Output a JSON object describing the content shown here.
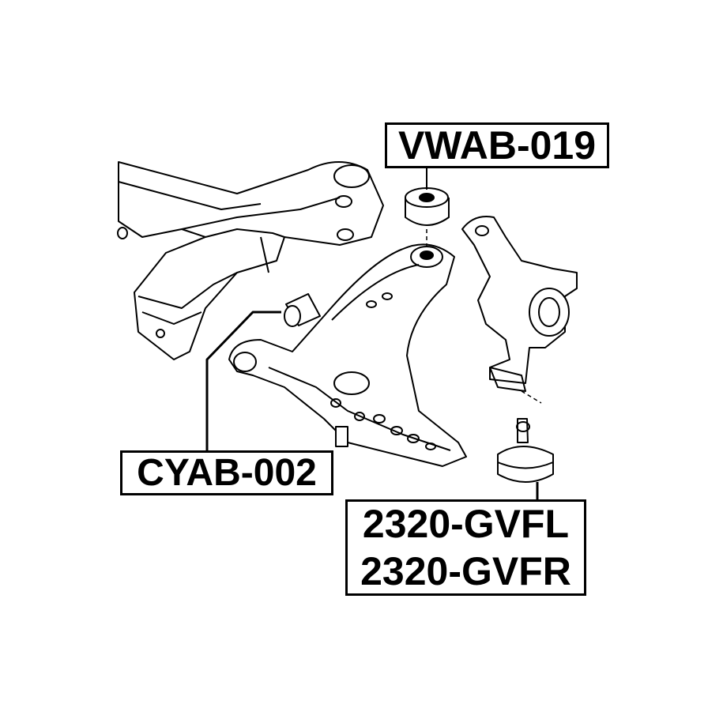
{
  "labels": {
    "upper_bushing": "VWAB-019",
    "front_bushing": "CYAB-002",
    "ball_joint_left": "2320-GVFL",
    "ball_joint_right": "2320-GVFR"
  }
}
